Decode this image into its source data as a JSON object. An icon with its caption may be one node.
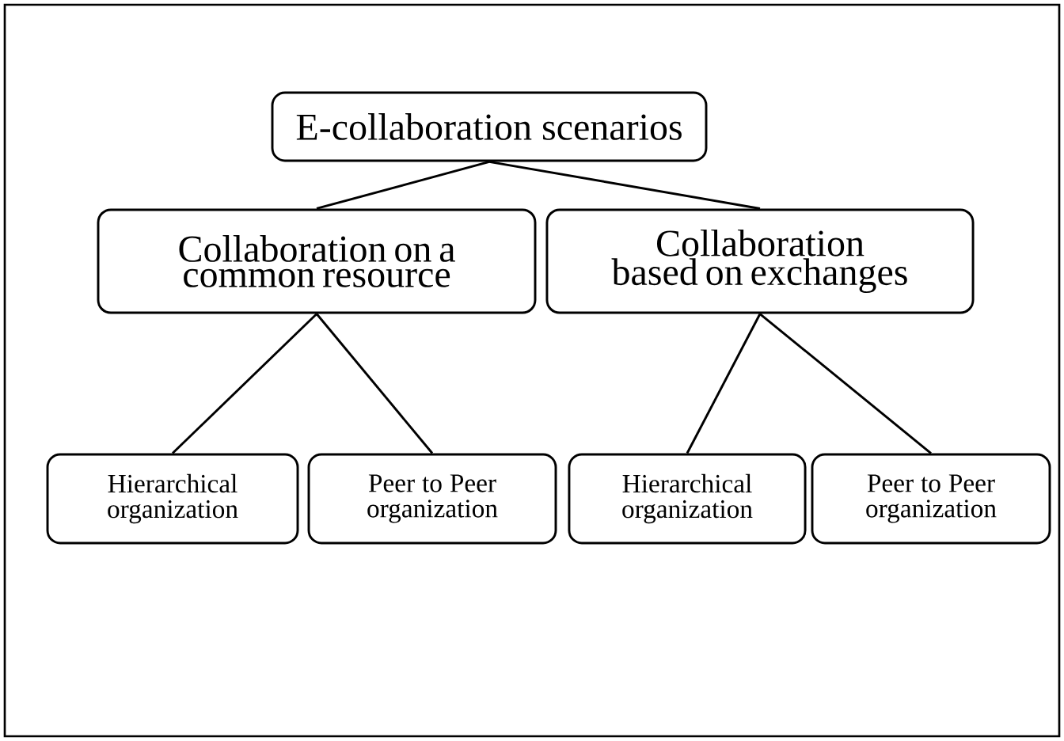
{
  "diagram": {
    "nodes": [
      {
        "text": [
          "E-collaboration scenarios"
        ]
      },
      {
        "text": [
          "Collaboration on a common resource"
        ]
      },
      {
        "text": [
          "Collaboration based on exchanges"
        ]
      },
      {
        "text": [
          "Hierarchical organization"
        ]
      },
      {
        "text": [
          "Peer to Peer organization"
        ]
      },
      {
        "text": [
          "Hierarchical organization"
        ]
      },
      {
        "text": [
          "Peer to Peer organization"
        ]
      }
    ],
    "edges": [
      {
        "from": 0,
        "to": 1,
        "arrow": "none"
      },
      {
        "from": 0,
        "to": 2,
        "arrow": "none"
      },
      {
        "from": 1,
        "to": 3,
        "arrow": "none"
      },
      {
        "from": 1,
        "to": 4,
        "arrow": "none"
      },
      {
        "from": 2,
        "to": 5,
        "arrow": "none"
      },
      {
        "from": 2,
        "to": 6,
        "arrow": "none"
      }
    ]
  }
}
